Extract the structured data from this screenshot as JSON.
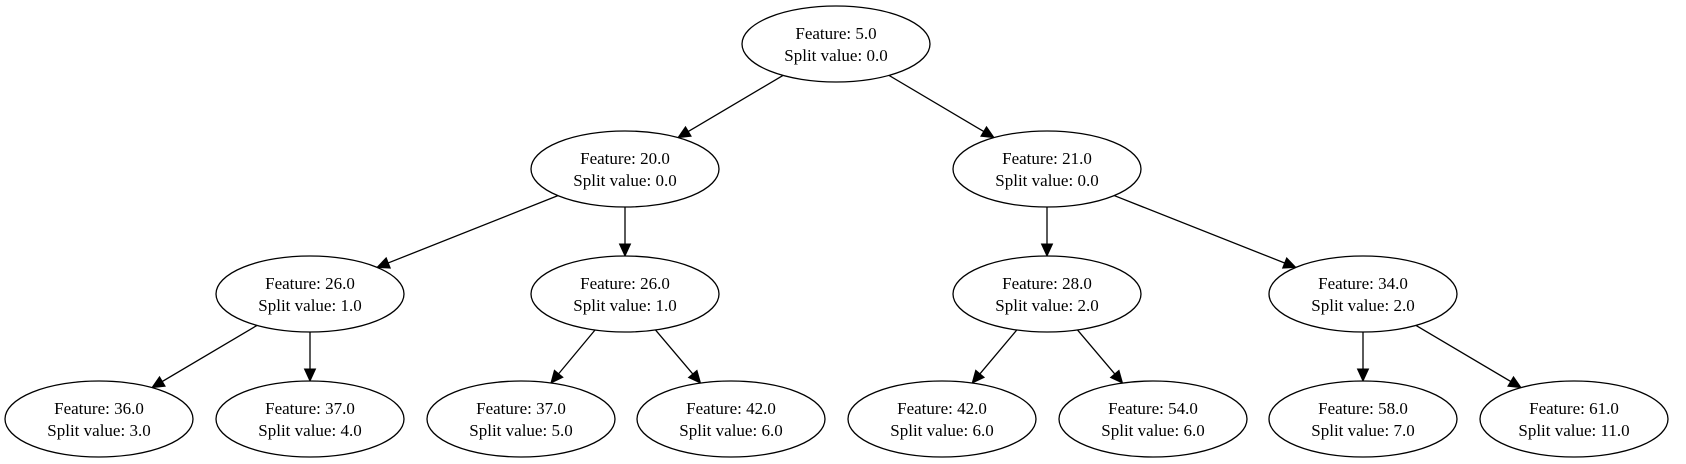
{
  "diagram": {
    "type": "decision-tree",
    "nodes": [
      {
        "id": "n0",
        "feature": "Feature: 5.0",
        "split": "Split value: 0.0"
      },
      {
        "id": "n1",
        "feature": "Feature: 20.0",
        "split": "Split value: 0.0"
      },
      {
        "id": "n2",
        "feature": "Feature: 21.0",
        "split": "Split value: 0.0"
      },
      {
        "id": "n3",
        "feature": "Feature: 26.0",
        "split": "Split value: 1.0"
      },
      {
        "id": "n4",
        "feature": "Feature: 26.0",
        "split": "Split value: 1.0"
      },
      {
        "id": "n5",
        "feature": "Feature: 28.0",
        "split": "Split value: 2.0"
      },
      {
        "id": "n6",
        "feature": "Feature: 34.0",
        "split": "Split value: 2.0"
      },
      {
        "id": "n7",
        "feature": "Feature: 36.0",
        "split": "Split value: 3.0"
      },
      {
        "id": "n8",
        "feature": "Feature: 37.0",
        "split": "Split value: 4.0"
      },
      {
        "id": "n9",
        "feature": "Feature: 37.0",
        "split": "Split value: 5.0"
      },
      {
        "id": "n10",
        "feature": "Feature: 42.0",
        "split": "Split value: 6.0"
      },
      {
        "id": "n11",
        "feature": "Feature: 42.0",
        "split": "Split value: 6.0"
      },
      {
        "id": "n12",
        "feature": "Feature: 54.0",
        "split": "Split value: 6.0"
      },
      {
        "id": "n13",
        "feature": "Feature: 58.0",
        "split": "Split value: 7.0"
      },
      {
        "id": "n14",
        "feature": "Feature: 61.0",
        "split": "Split value: 11.0"
      }
    ],
    "edges": [
      [
        "n0",
        "n1"
      ],
      [
        "n0",
        "n2"
      ],
      [
        "n1",
        "n3"
      ],
      [
        "n1",
        "n4"
      ],
      [
        "n2",
        "n5"
      ],
      [
        "n2",
        "n6"
      ],
      [
        "n3",
        "n7"
      ],
      [
        "n3",
        "n8"
      ],
      [
        "n4",
        "n9"
      ],
      [
        "n4",
        "n10"
      ],
      [
        "n5",
        "n11"
      ],
      [
        "n5",
        "n12"
      ],
      [
        "n6",
        "n13"
      ],
      [
        "n6",
        "n14"
      ]
    ]
  }
}
